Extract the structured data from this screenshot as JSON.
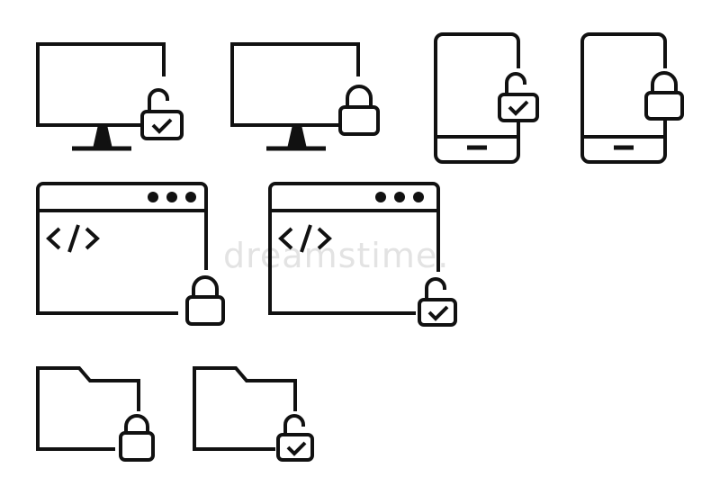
{
  "watermark": {
    "text": "dreamstime."
  },
  "icon_style": {
    "stroke": "#111111",
    "background": "#ffffff"
  },
  "icons": [
    {
      "name": "monitor-unlocked-icon",
      "device": "monitor",
      "lock": "unlocked"
    },
    {
      "name": "monitor-locked-icon",
      "device": "monitor",
      "lock": "locked"
    },
    {
      "name": "phone-unlocked-icon",
      "device": "phone",
      "lock": "unlocked"
    },
    {
      "name": "phone-locked-icon",
      "device": "phone",
      "lock": "locked"
    },
    {
      "name": "browser-code-locked-icon",
      "device": "browser",
      "lock": "locked"
    },
    {
      "name": "browser-code-unlocked-icon",
      "device": "browser",
      "lock": "unlocked"
    },
    {
      "name": "folder-locked-icon",
      "device": "folder",
      "lock": "locked"
    },
    {
      "name": "folder-unlocked-icon",
      "device": "folder",
      "lock": "unlocked"
    }
  ]
}
